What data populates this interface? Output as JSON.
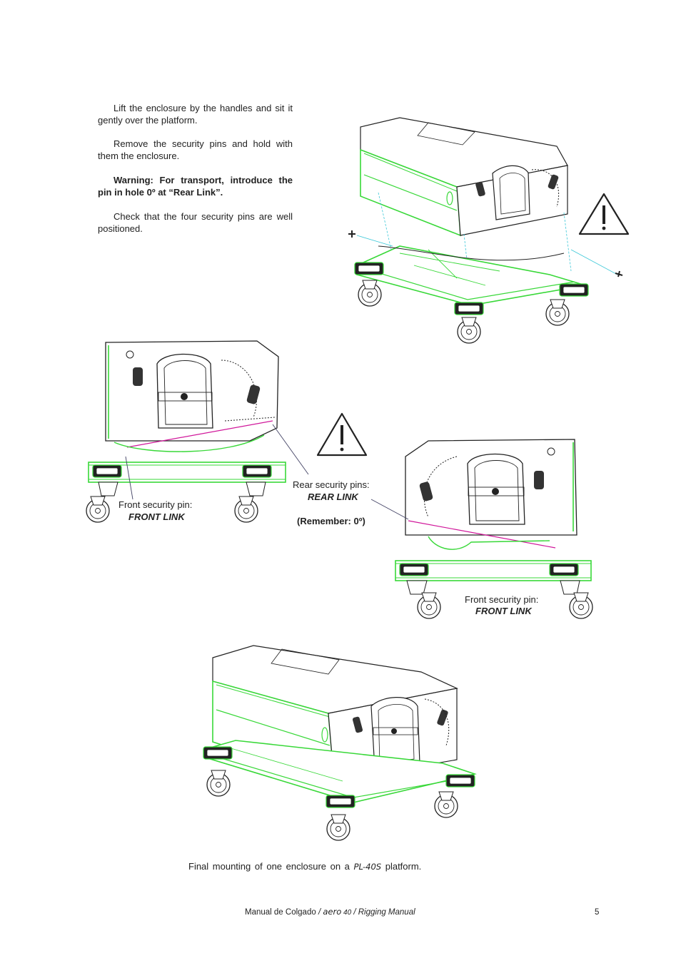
{
  "instructions": {
    "p1": "Lift the enclosure by the handles and sit it gently over the platform.",
    "p2": "Remove the security pins and hold with them the enclosure.",
    "p3": "Warning: For transport, introduce the pin in hole 0º at “Rear Link”.",
    "p4": "Check that the four security pins are well positioned."
  },
  "callouts": {
    "left_front_label": "Front security pin:",
    "left_front_name": "FRONT LINK",
    "rear_label": "Rear security pins:",
    "rear_name": "REAR LINK",
    "remember": "(Remember: 0º)",
    "right_front_label": "Front security pin:",
    "right_front_name": "FRONT LINK"
  },
  "caption": {
    "prefix": "Final mounting of one enclosure on a",
    "model": "PL-40S",
    "suffix": "platform."
  },
  "footer": {
    "left": "Manual de Colgado",
    "sep1": " / ",
    "product": "aero",
    "product_num": " 40",
    "sep2": " / ",
    "right": "Rigging Manual",
    "page": "5"
  },
  "colors": {
    "outline_green": "#38d838",
    "pin_magenta": "#d0169a",
    "guide_cyan": "#3cc8d8",
    "ink": "#222222"
  }
}
